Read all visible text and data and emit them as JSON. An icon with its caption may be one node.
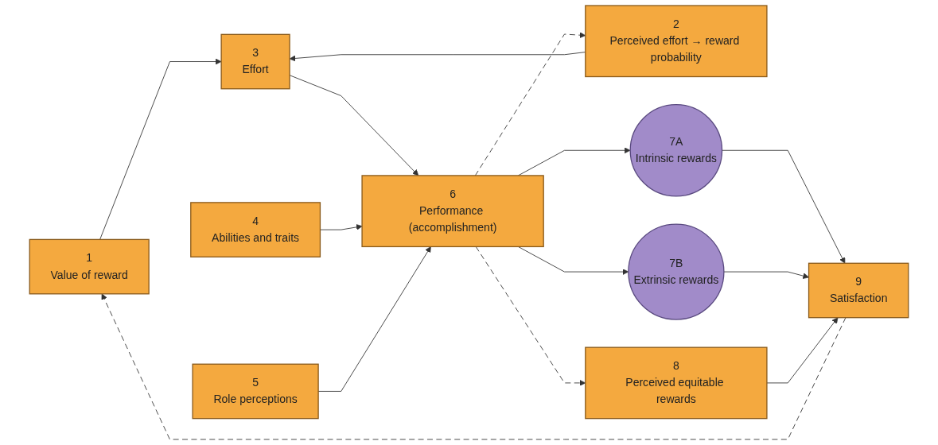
{
  "diagram": {
    "nodes": [
      {
        "text": [
          "1",
          "Value of reward"
        ]
      },
      {
        "text": [
          "2",
          "Perceived effort → reward probability"
        ]
      },
      {
        "text": [
          "3",
          "Effort"
        ]
      },
      {
        "text": [
          "4",
          "Abilities and traits"
        ]
      },
      {
        "text": [
          "5",
          "Role perceptions"
        ]
      },
      {
        "text": [
          "6",
          "Performance (accomplishment)"
        ]
      },
      {
        "text": [
          "7A",
          "Intrinsic rewards"
        ]
      },
      {
        "text": [
          "7B",
          "Extrinsic rewards"
        ]
      },
      {
        "text": [
          "8",
          "Perceived equitable rewards"
        ]
      },
      {
        "text": [
          "9",
          "Satisfaction"
        ]
      }
    ],
    "edges": [
      {
        "from": 0,
        "to": 2,
        "arrow": "to"
      },
      {
        "from": 1,
        "to": 2,
        "arrow": "to"
      },
      {
        "from": 2,
        "to": 5,
        "arrow": "to"
      },
      {
        "from": 3,
        "to": 5,
        "arrow": "to"
      },
      {
        "from": 4,
        "to": 5,
        "arrow": "to"
      },
      {
        "from": 5,
        "to": 6,
        "arrow": "to"
      },
      {
        "from": 5,
        "to": 7,
        "arrow": "to"
      },
      {
        "from": 5,
        "to": 8,
        "arrow": "to",
        "style": "dashed"
      },
      {
        "from": 6,
        "to": 9,
        "arrow": "to"
      },
      {
        "from": 7,
        "to": 9,
        "arrow": "to"
      },
      {
        "from": 8,
        "to": 9,
        "arrow": "to"
      },
      {
        "from": 9,
        "to": 0,
        "arrow": "to",
        "style": "dashed"
      },
      {
        "from": 5,
        "to": 1,
        "arrow": "to",
        "style": "dashed"
      }
    ]
  }
}
